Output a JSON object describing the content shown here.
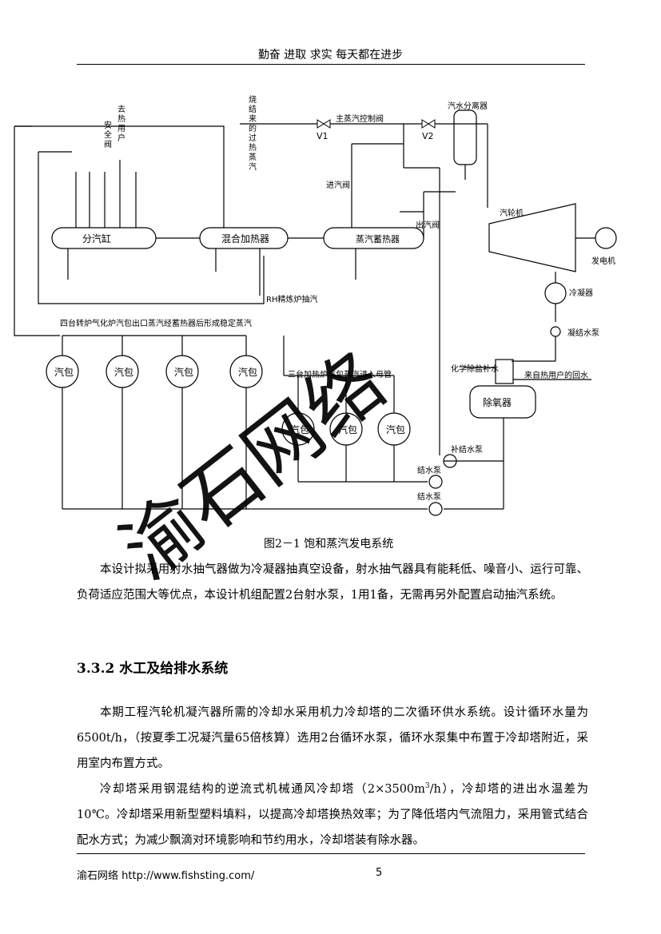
{
  "header": {
    "motto": "勤奋 进取 求实 每天都在进步"
  },
  "diagram": {
    "labels": {
      "fenqigang": "分汽缸",
      "hunhe": "混合加热器",
      "xudisqi": "蒸汽蓄热器",
      "qishui_fenli": "汽水分离器",
      "qilunji": "汽轮机",
      "fadianji": "发电机",
      "lengningqi": "冷凝器",
      "ningjie_beng": "凝结水泵",
      "chuyangqi": "除氧器",
      "huaxue": "化学除盐补水",
      "huishui": "来自热用户的回水",
      "bujie_beng": "补结水泵",
      "jie_beng1": "结水泵",
      "jie_beng2": "结水泵",
      "zhu_valve": "主蒸汽控制阀",
      "v1": "V1",
      "v2": "V2",
      "jinqi": "进汽阀",
      "chuqi": "出汽阀",
      "rh": "RH精炼炉抽汽",
      "anquan": "安全阀",
      "qure": "去热用户",
      "shaojie": "烧结来的过热蒸汽",
      "four_boiler": "四台转炉气化炉汽包出口蒸汽经蓄热器后形成稳定蒸汽",
      "three_boiler": "三台加热炉汽包蒸汽进入母管",
      "drum": "汽包"
    }
  },
  "caption": "图2－1 饱和蒸汽发电系统",
  "paragraph1": "本设计拟采用射水抽气器做为冷凝器抽真空设备，射水抽气器具有能耗低、噪音小、运行可靠、负荷适应范围大等优点，本设计机组配置2台射水泵，1用1备，无需再另外配置启动抽汽系统。",
  "section_title": "3.3.2 水工及给排水系统",
  "paragraph2": "本期工程汽轮机凝汽器所需的冷却水采用机力冷却塔的二次循环供水系统。设计循环水量为6500t/h，（按夏季工况凝汽量65倍核算）选用2台循环水泵，循环水泵集中布置于冷却塔附近，采用室内布置方式。",
  "paragraph3a": "冷却塔采用钢混结构的逆流式机械通风冷却塔（2×3500m",
  "paragraph3sup": "3",
  "paragraph3b": "/h），冷却塔的进出水温差为10℃。冷却塔采用新型塑料填料，以提高冷却塔换热效率；为了降低塔内气流阻力，采用管式结合配水方式；为减少飘滴对环境影响和节约用水，冷却塔装有除水器。",
  "watermark": "渝石网络",
  "footer": {
    "left": "渝石网络  http://www.fishsting.com/",
    "page": "5"
  }
}
